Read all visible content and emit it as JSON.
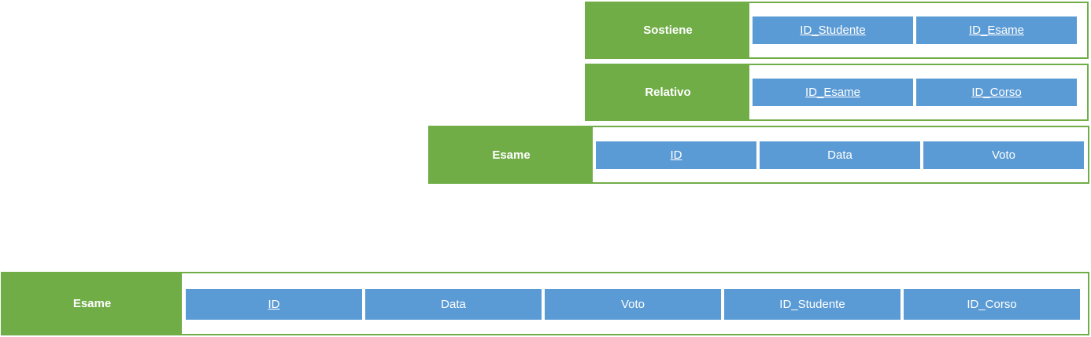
{
  "tables": {
    "sostiene": {
      "name": "Sostiene",
      "attributes": [
        {
          "label": "ID_Studente",
          "key": true
        },
        {
          "label": "ID_Esame",
          "key": true
        }
      ]
    },
    "relativo": {
      "name": "Relativo",
      "attributes": [
        {
          "label": "ID_Esame",
          "key": true
        },
        {
          "label": "ID_Corso",
          "key": true
        }
      ]
    },
    "esame": {
      "name": "Esame",
      "attributes": [
        {
          "label": "ID",
          "key": true
        },
        {
          "label": "Data",
          "key": false
        },
        {
          "label": "Voto",
          "key": false
        }
      ]
    },
    "esame_merged": {
      "name": "Esame",
      "attributes": [
        {
          "label": "ID",
          "key": true
        },
        {
          "label": "Data",
          "key": false
        },
        {
          "label": "Voto",
          "key": false
        },
        {
          "label": "ID_Studente",
          "key": false
        },
        {
          "label": "ID_Corso",
          "key": false
        }
      ]
    }
  },
  "colors": {
    "entity_header": "#70ad47",
    "attribute_fill": "#5b9bd5",
    "text": "#ffffff"
  }
}
